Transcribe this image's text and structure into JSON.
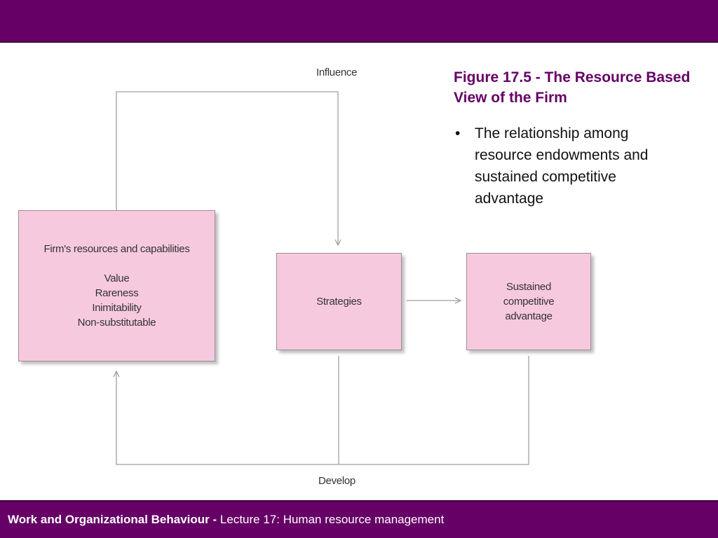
{
  "slide": {
    "heading": "Figure 17.5 - The Resource Based View of the Firm",
    "bullet_marker": "•",
    "bullet_text": "The relationship among resource endowments and sustained competitive advantage"
  },
  "diagram": {
    "resources_box": {
      "title": "Firm's resources and capabilities",
      "attributes": [
        "Value",
        "Rareness",
        "Inimitability",
        "Non-substitutable"
      ]
    },
    "strategies_box": "Strategies",
    "sustained_box": "Sustained competitive advantage",
    "influence_label": "Influence",
    "develop_label": "Develop",
    "colors": {
      "box_fill": "#f7c9df",
      "line": "#a0a0a0"
    }
  },
  "footer": {
    "course": "Work and Organizational Behaviour -",
    "lecture": " Lecture 17: Human resource management"
  },
  "theme": {
    "band_color": "#660066",
    "heading_color": "#660066"
  }
}
